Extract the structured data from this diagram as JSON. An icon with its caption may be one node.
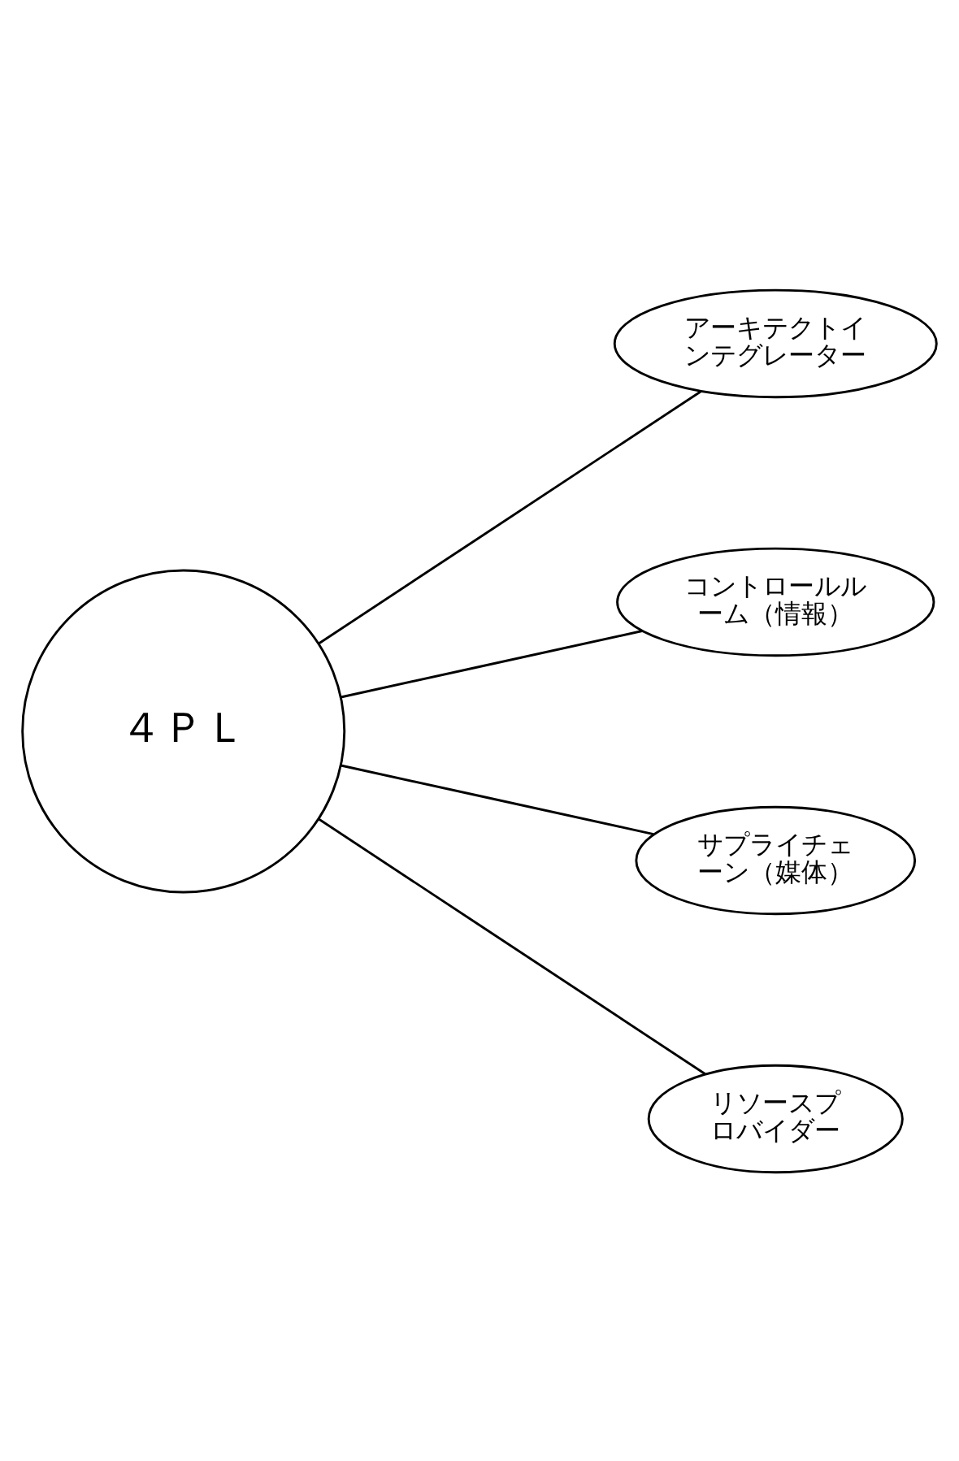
{
  "diagram": {
    "nodes": [
      {
        "text": [
          "４ＰＬ"
        ]
      },
      {
        "text": [
          "アーキテクトインテグレーター"
        ]
      },
      {
        "text": [
          "コントロールルーム（情報）"
        ]
      },
      {
        "text": [
          "サプライチェーン（媒体）"
        ]
      },
      {
        "text": [
          "リソースプロバイダー"
        ]
      }
    ],
    "edges": [
      {
        "from": 0,
        "to": 1,
        "arrow": "none"
      },
      {
        "from": 0,
        "to": 2,
        "arrow": "none"
      },
      {
        "from": 0,
        "to": 3,
        "arrow": "none"
      },
      {
        "from": 0,
        "to": 4,
        "arrow": "none"
      }
    ]
  }
}
